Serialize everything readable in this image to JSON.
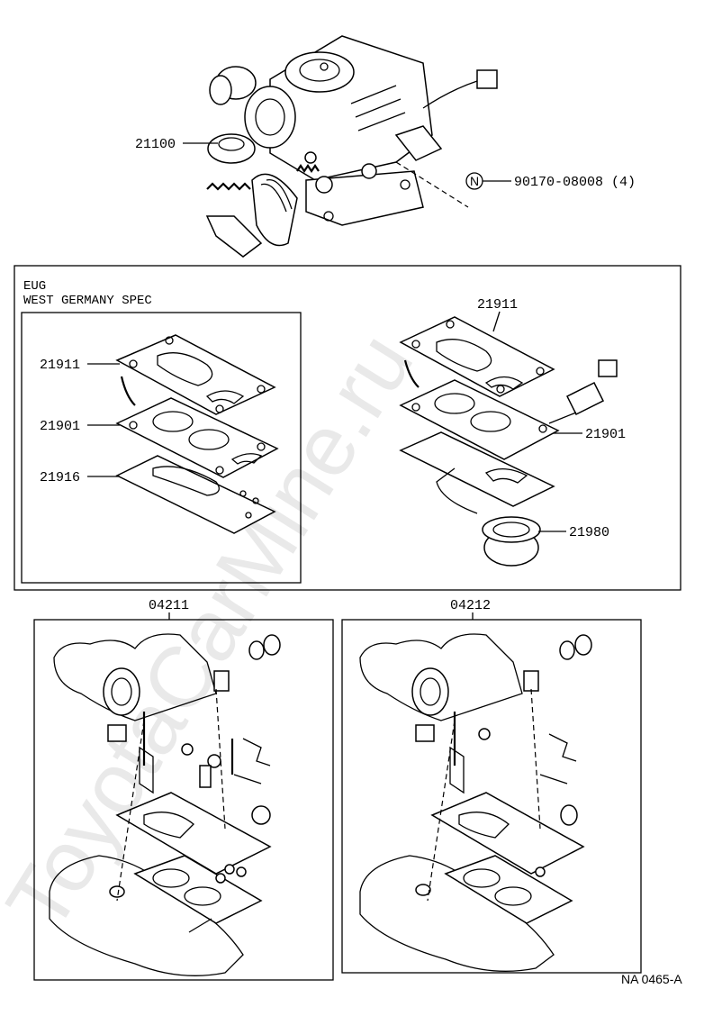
{
  "watermark": "ToyotaCarMine.ru",
  "top_assembly": {
    "part_carburetor": "21100",
    "bolt_symbol": "N",
    "part_bolt": "90170-08008 (4)"
  },
  "eug_box": {
    "line1": "EUG",
    "line2": "WEST GERMANY SPEC",
    "left_parts": [
      "21911",
      "21901",
      "21916"
    ],
    "right_parts": [
      "21911",
      "21901",
      "21980"
    ]
  },
  "kits": {
    "left_kit": "04211",
    "right_kit": "04212"
  },
  "figure_ref": "NA 0465-A"
}
